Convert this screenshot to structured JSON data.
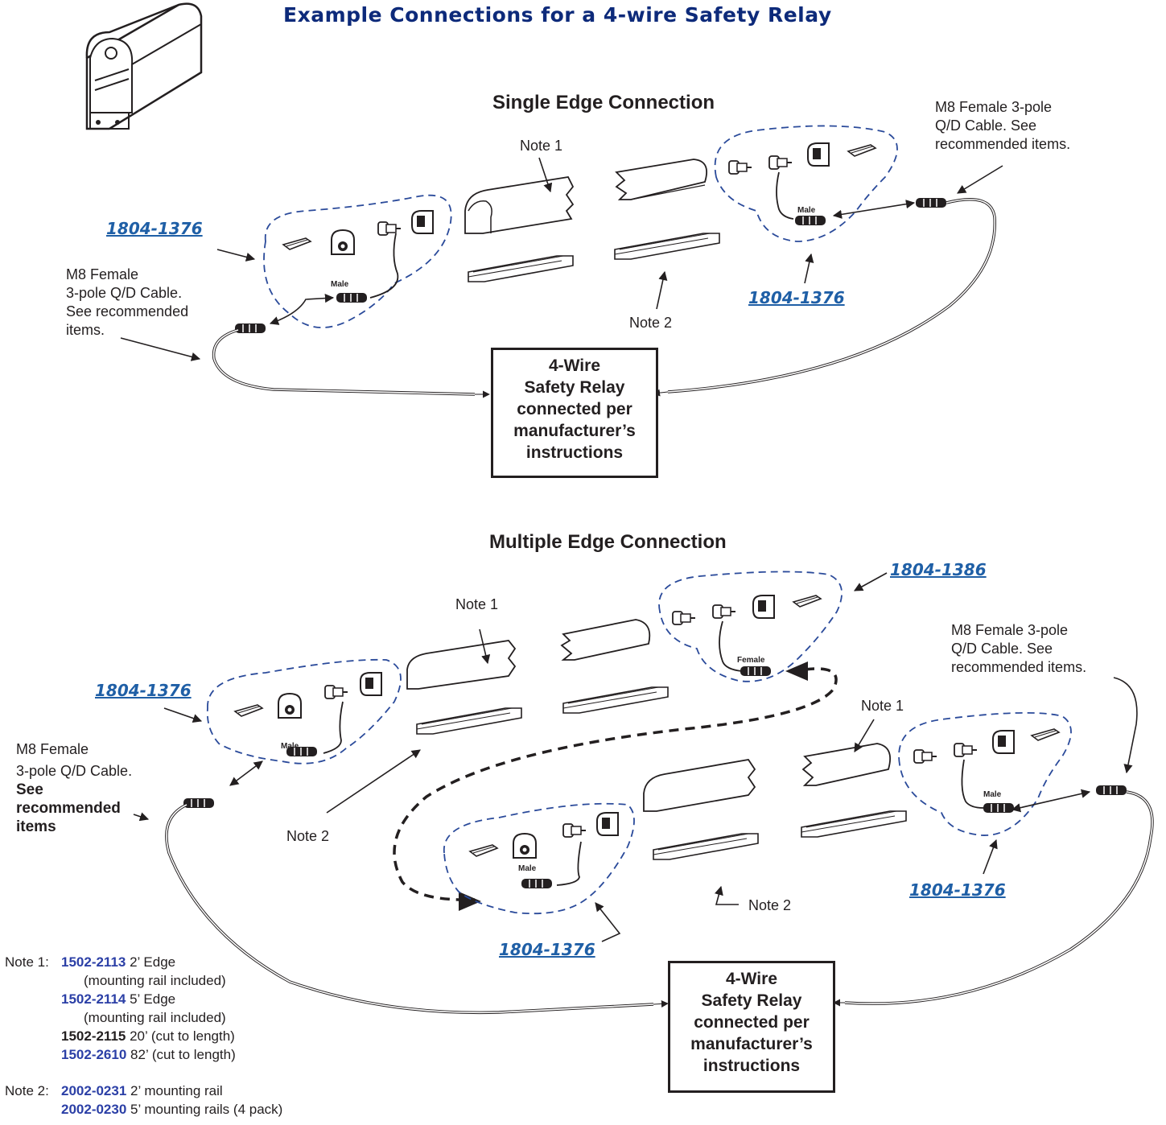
{
  "title": "Example Connections for a 4-wire Safety Relay",
  "single": {
    "heading": "Single Edge Connection",
    "note1": "Note 1",
    "note2": "Note 2",
    "kit_left": "1804-1376",
    "kit_right": "1804-1376",
    "male_left": "Male",
    "male_right": "Male",
    "cable_left": [
      "M8 Female",
      "3-pole Q/D Cable.",
      "See recommended",
      "items."
    ],
    "cable_right": [
      "M8 Female 3-pole",
      "Q/D Cable. See",
      "recommended items."
    ],
    "relay": [
      "4-Wire",
      "Safety Relay",
      "connected per",
      "manufacturer’s",
      "instructions"
    ]
  },
  "multiple": {
    "heading": "Multiple Edge Connection",
    "note1_a": "Note 1",
    "note1_b": "Note 1",
    "note2_a": "Note 2",
    "note2_b": "Note 2",
    "kit_left": "1804-1376",
    "kit_top": "1804-1386",
    "kit_bottom": "1804-1376",
    "kit_right": "1804-1376",
    "male_left": "Male",
    "female_top": "Female",
    "male_bottom": "Male",
    "male_right": "Male",
    "cable_left": [
      "M8 Female",
      "3-pole Q/D Cable."
    ],
    "cable_left_bold": [
      "See",
      "recommended",
      "items"
    ],
    "cable_right": [
      "M8 Female 3-pole",
      "Q/D Cable. See",
      "recommended items."
    ],
    "relay": [
      "4-Wire",
      "Safety Relay",
      "connected per",
      "manufacturer’s",
      "instructions"
    ]
  },
  "notes": {
    "note1_label": "Note 1:",
    "note1": [
      {
        "pn": "1502-2113",
        "text": " 2’ Edge"
      },
      {
        "pn": "",
        "text": "(mounting rail included)"
      },
      {
        "pn": "1502-2114",
        "text": " 5’ Edge"
      },
      {
        "pn": "",
        "text": "(mounting rail included)"
      },
      {
        "pk": "1502-2115",
        "text": " 20’ (cut to length)"
      },
      {
        "pn": "1502-2610",
        "text": " 82’ (cut to length)"
      }
    ],
    "note2_label": "Note 2:",
    "note2": [
      {
        "pn": "2002-0231",
        "text": " 2’ mounting rail"
      },
      {
        "pn": "2002-0230",
        "text": " 5’ mounting rails (4 pack)"
      }
    ]
  },
  "colors": {
    "title": "#0d2a7a",
    "link": "#1f5fa6",
    "part_number": "#2b3fa6",
    "dashed_outline": "#2a4a9a",
    "line": "#231f20"
  }
}
